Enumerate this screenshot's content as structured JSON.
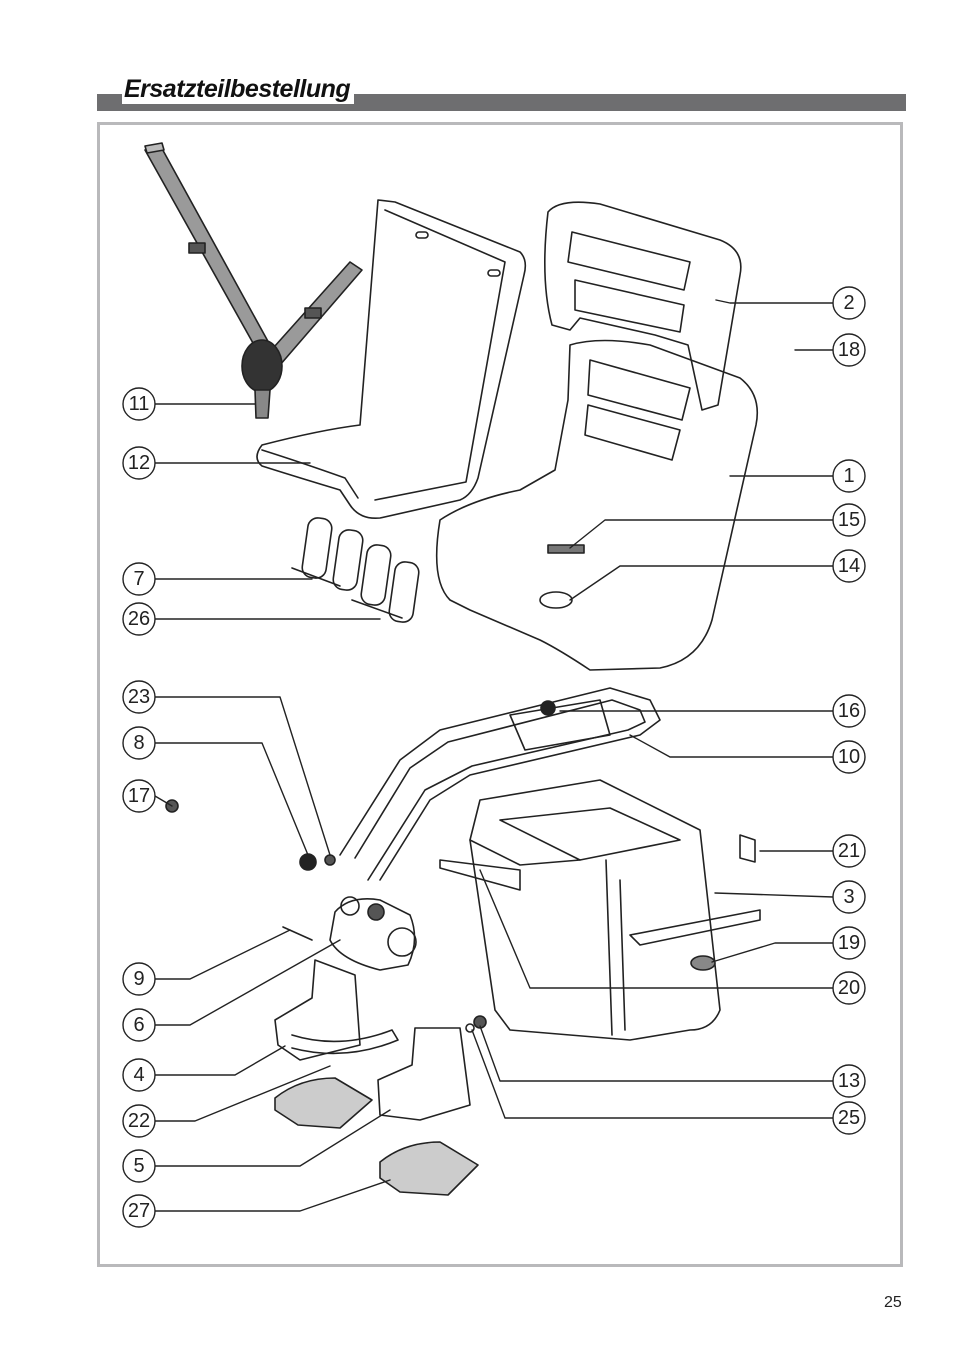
{
  "title": "Ersatzteilbestellung",
  "page_number": "25",
  "callouts_left": [
    {
      "id": "11",
      "label": "11"
    },
    {
      "id": "12",
      "label": "12"
    },
    {
      "id": "7",
      "label": "7"
    },
    {
      "id": "26",
      "label": "26"
    },
    {
      "id": "23",
      "label": "23"
    },
    {
      "id": "8",
      "label": "8"
    },
    {
      "id": "17",
      "label": "17"
    },
    {
      "id": "9",
      "label": "9"
    },
    {
      "id": "6",
      "label": "6"
    },
    {
      "id": "4",
      "label": "4"
    },
    {
      "id": "22",
      "label": "22"
    },
    {
      "id": "5",
      "label": "5"
    },
    {
      "id": "27",
      "label": "27"
    }
  ],
  "callouts_right": [
    {
      "id": "2",
      "label": "2"
    },
    {
      "id": "18",
      "label": "18"
    },
    {
      "id": "1",
      "label": "1"
    },
    {
      "id": "15",
      "label": "15"
    },
    {
      "id": "14",
      "label": "14"
    },
    {
      "id": "16",
      "label": "16"
    },
    {
      "id": "10",
      "label": "10"
    },
    {
      "id": "21",
      "label": "21"
    },
    {
      "id": "3",
      "label": "3"
    },
    {
      "id": "19",
      "label": "19"
    },
    {
      "id": "20",
      "label": "20"
    },
    {
      "id": "13",
      "label": "13"
    },
    {
      "id": "25",
      "label": "25"
    }
  ]
}
